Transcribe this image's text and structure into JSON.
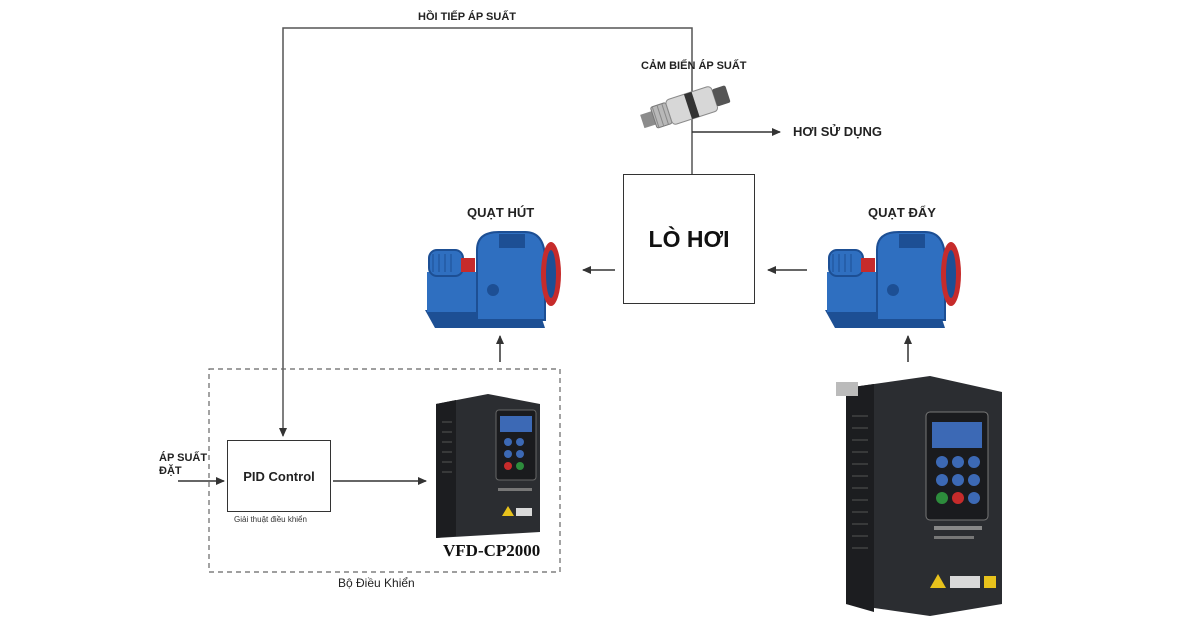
{
  "labels": {
    "feedback": "HỒI TIẾP ÁP SUẤT",
    "sensor": "CẢM BIẾN ÁP SUẤT",
    "steam_use": "HƠI SỬ DỤNG",
    "suction_fan": "QUẠT HÚT",
    "push_fan": "QUẠT ĐẨY",
    "boiler": "LÒ HƠI",
    "pid": "PID Control",
    "pid_sub": "Giải thuật điều khiển",
    "setpoint_1": "ÁP SUẤT",
    "setpoint_2": "ĐẶT",
    "controller_group": "Bộ Điều Khiển",
    "vfd_model": "VFD-CP2000"
  },
  "colors": {
    "fan_blue": "#2f6fc0",
    "fan_dark": "#1d4f94",
    "fan_red": "#c62b2b",
    "vfd_body": "#2b2d31",
    "vfd_screen": "#3c69b5",
    "line": "#333333"
  },
  "icons": {
    "fan": "centrifugal-fan-icon",
    "vfd": "inverter-icon",
    "sensor": "pressure-sensor-icon"
  }
}
